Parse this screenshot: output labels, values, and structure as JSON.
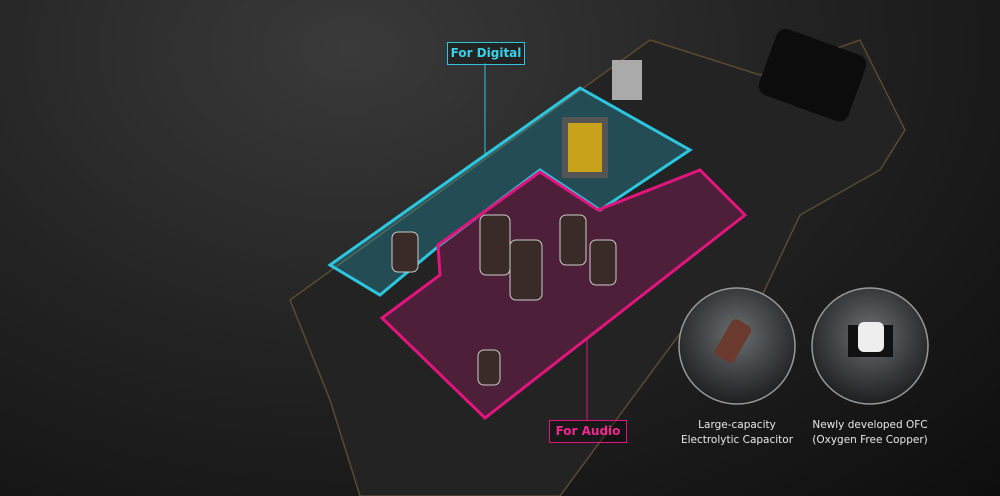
{
  "labels": {
    "digital": "For Digital",
    "audio": "For Audio"
  },
  "features": [
    {
      "line1": "Large-capacity",
      "line2": "Electrolytic Capacitor"
    },
    {
      "line1": "Newly developed OFC",
      "line2": "(Oxygen Free Copper)"
    }
  ],
  "colors": {
    "digital": "#2cc6de",
    "audio": "#e0157e",
    "background": "#1a1a1a"
  }
}
